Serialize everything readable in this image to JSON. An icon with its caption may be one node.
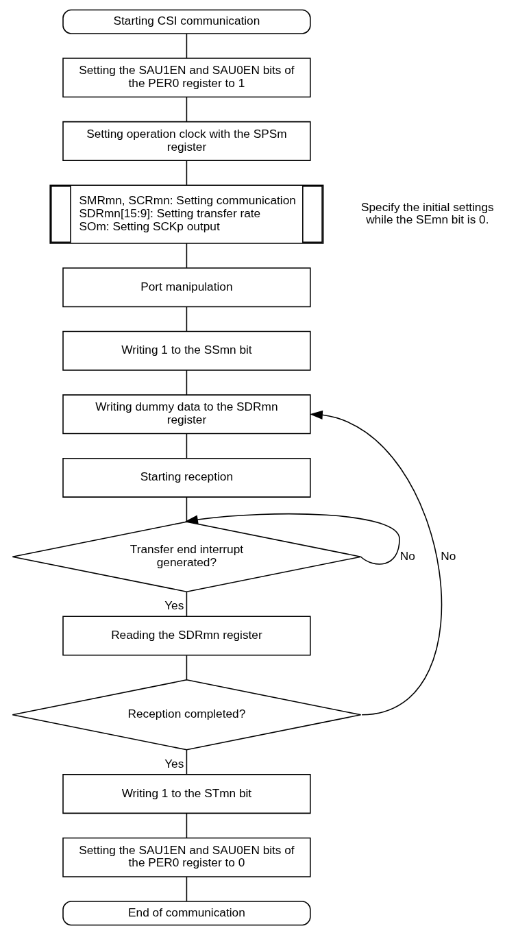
{
  "diagram": {
    "nodes": [
      {
        "text": [
          "Starting CSI communication"
        ]
      },
      {
        "text": [
          "Setting the SAU1EN and SAU0EN bits of the PER0 register to 1"
        ]
      },
      {
        "text": [
          "Setting operation clock with the SPSm register"
        ]
      },
      {
        "text": [
          "SMRmn, SCRmn: Setting communication",
          "SDRmn[15:9]: Setting transfer rate",
          "SOm: Setting SCKp output"
        ],
        "beside": [
          "Specify the initial settings while the SEmn bit is 0."
        ]
      },
      {
        "text": [
          "Port manipulation"
        ]
      },
      {
        "text": [
          "Writing 1 to the SSmn bit"
        ]
      },
      {
        "text": [
          "Writing dummy data to the SDRmn register"
        ]
      },
      {
        "text": [
          "Starting reception"
        ]
      },
      {
        "text": [
          "Transfer end interrupt generated?"
        ]
      },
      {
        "text": [
          "Reading the SDRmn register"
        ]
      },
      {
        "text": [
          "Reception completed?"
        ]
      },
      {
        "text": [
          "Writing 1 to the STmn bit"
        ]
      },
      {
        "text": [
          "Setting the SAU1EN and SAU0EN bits of the PER0 register to 0"
        ]
      },
      {
        "text": [
          "End of communication"
        ]
      }
    ],
    "edges": [
      {
        "from": 0,
        "to": 1,
        "arrow": "none"
      },
      {
        "from": 1,
        "to": 2,
        "arrow": "none"
      },
      {
        "from": 2,
        "to": 3,
        "arrow": "none"
      },
      {
        "from": 3,
        "to": 4,
        "arrow": "none"
      },
      {
        "from": 4,
        "to": 5,
        "arrow": "none"
      },
      {
        "from": 5,
        "to": 6,
        "arrow": "none"
      },
      {
        "from": 6,
        "to": 7,
        "arrow": "none"
      },
      {
        "from": 7,
        "to": 8,
        "arrow": "none"
      },
      {
        "from": 8,
        "to": 8,
        "arrow": "to",
        "label": "No"
      },
      {
        "from": 8,
        "to": 9,
        "arrow": "none",
        "label": "Yes"
      },
      {
        "from": 9,
        "to": 10,
        "arrow": "none"
      },
      {
        "from": 10,
        "to": 6,
        "arrow": "to",
        "label": "No"
      },
      {
        "from": 10,
        "to": 11,
        "arrow": "none",
        "label": "Yes"
      },
      {
        "from": 11,
        "to": 12,
        "arrow": "none"
      },
      {
        "from": 12,
        "to": 13,
        "arrow": "none"
      }
    ]
  }
}
